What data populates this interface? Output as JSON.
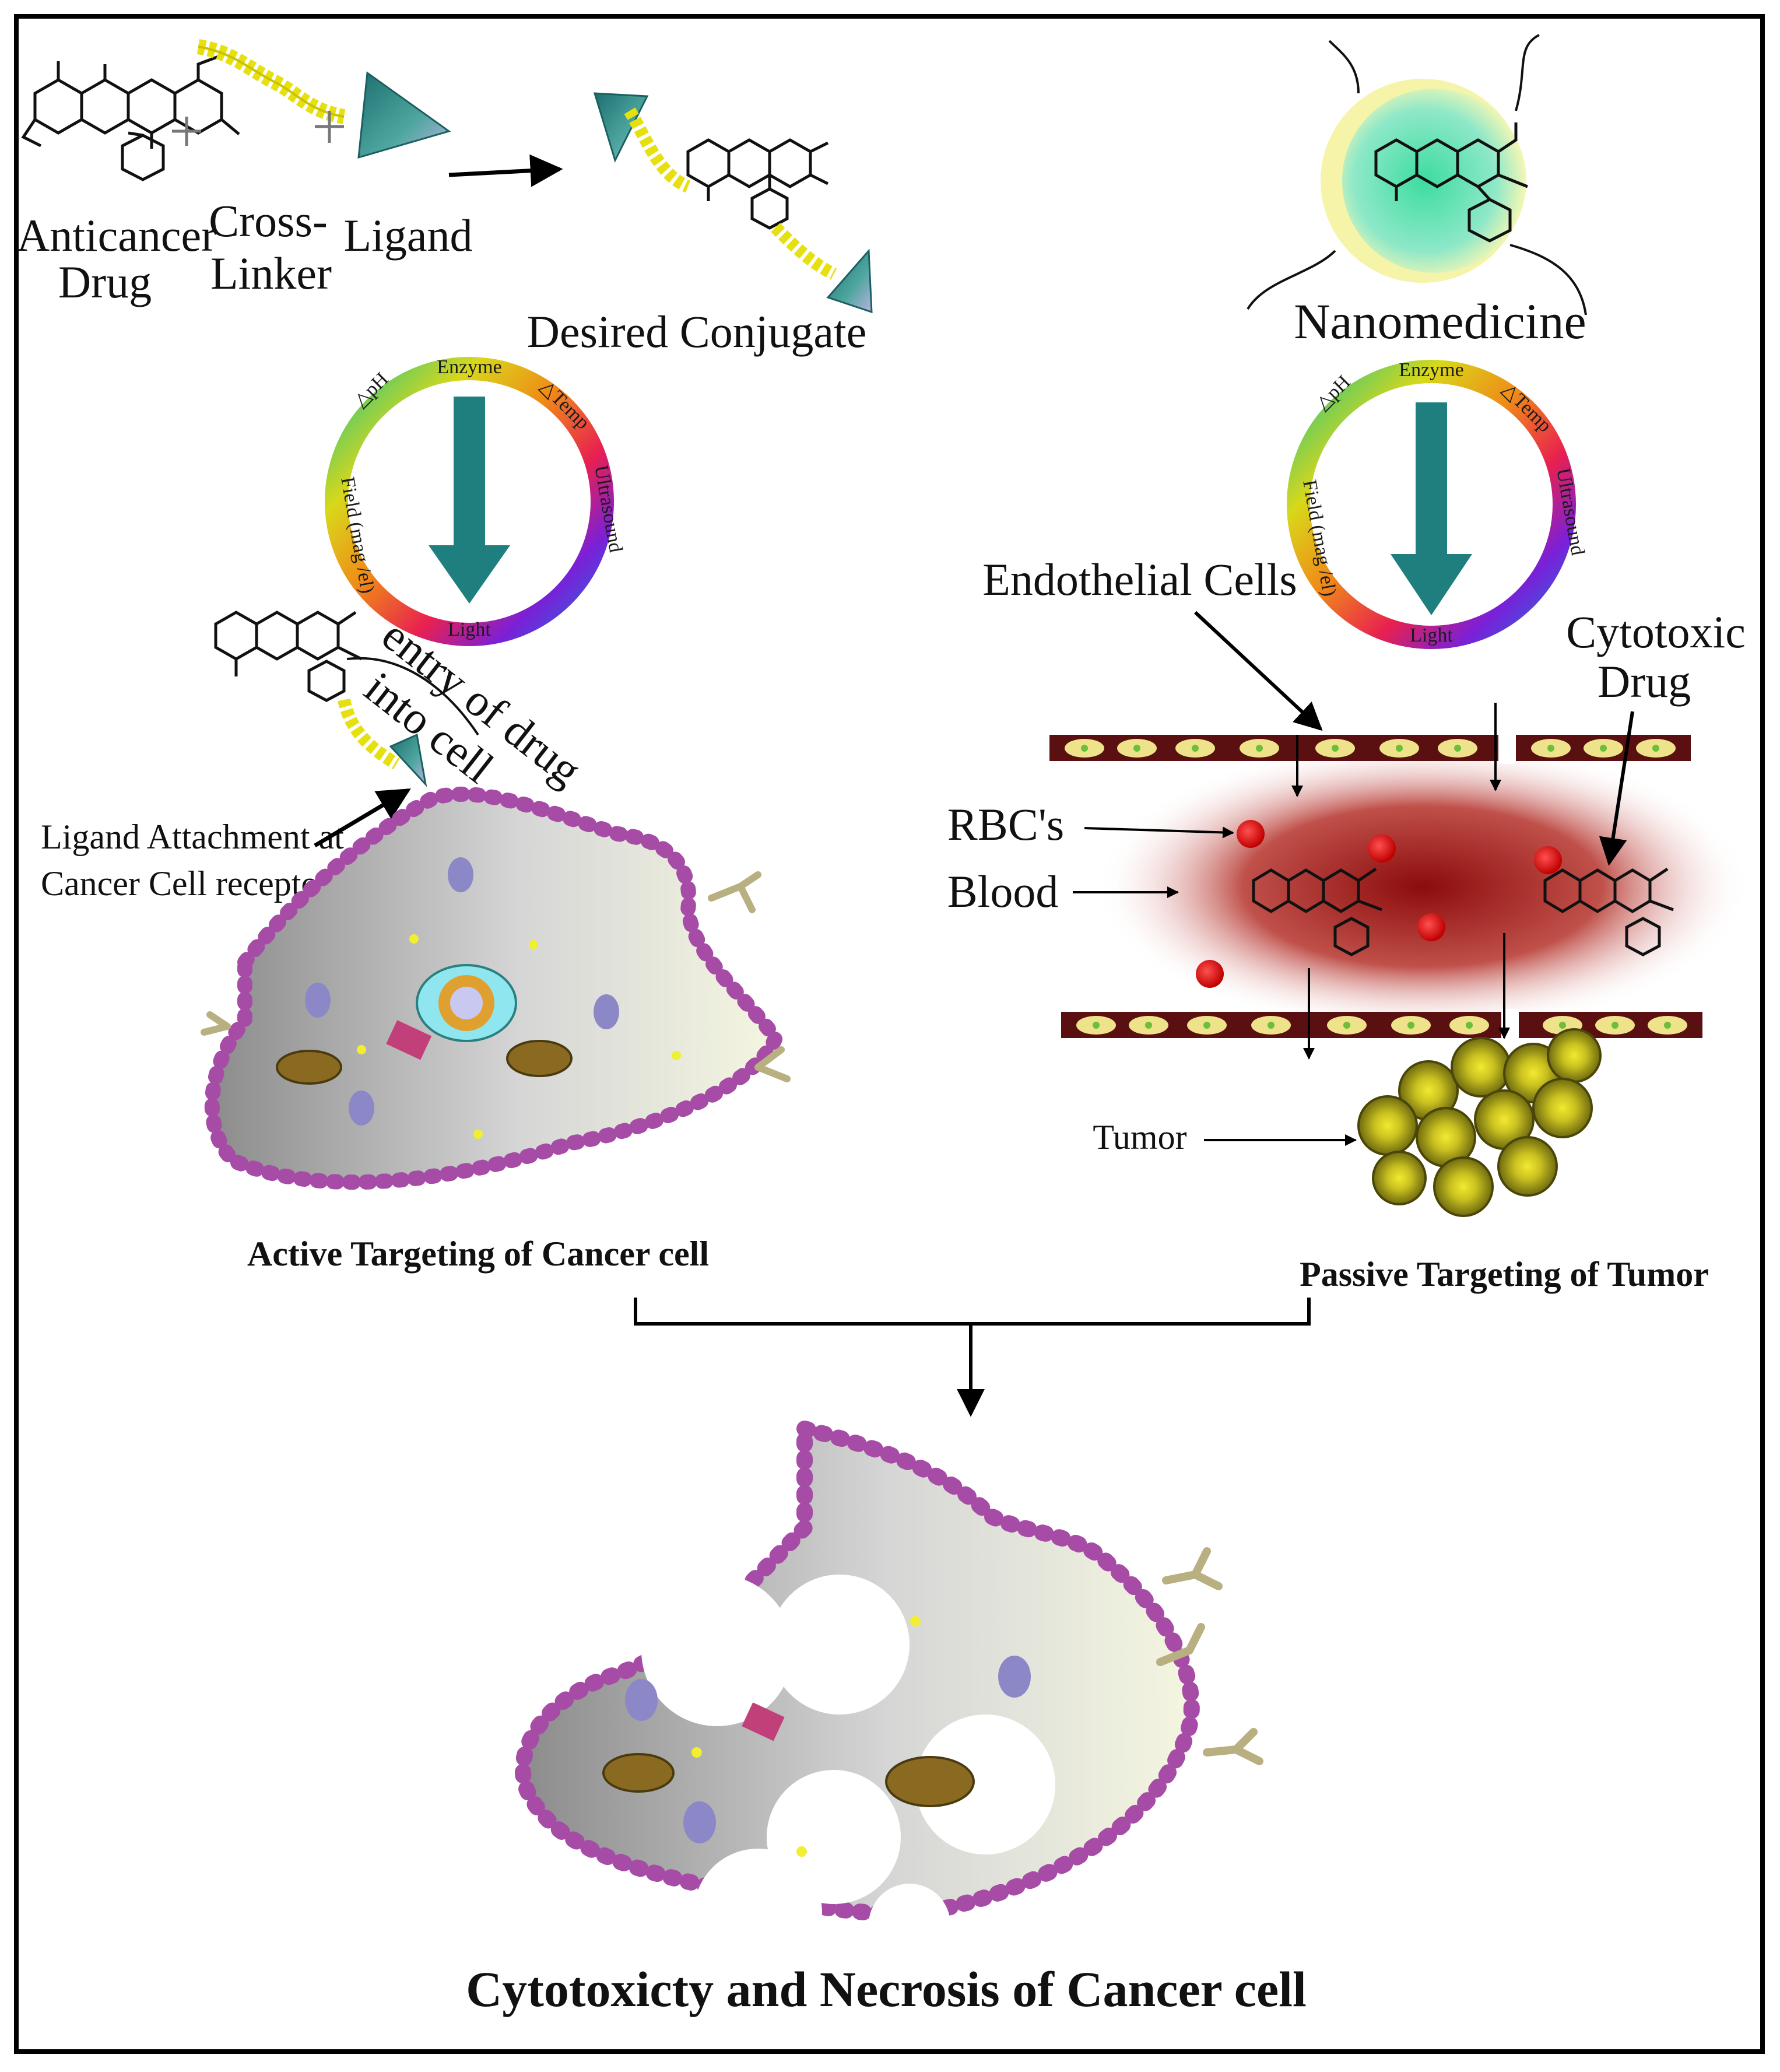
{
  "synthesis": {
    "drug": [
      "Anticancer",
      "Drug"
    ],
    "crosslinker": [
      "Cross-",
      "Linker"
    ],
    "ligand": "Ligand",
    "conjugate": "Desired Conjugate"
  },
  "nano": {
    "title": "Nanomedicine"
  },
  "stimuli": {
    "top": "Enzyme",
    "ph": "△pH",
    "temp": "△Temp",
    "ultrasound": "Ultrasound",
    "light": "Light",
    "field": "Field (mag /el)"
  },
  "active": {
    "entry": [
      "entry of drug",
      "into cell"
    ],
    "attach": [
      "Ligand Attachment at",
      "Cancer Cell receptor"
    ],
    "caption": "Active Targeting of Cancer cell"
  },
  "passive": {
    "endothelial": "Endothelial Cells",
    "cytotoxic": [
      "Cytotoxic",
      "Drug"
    ],
    "rbc": "RBC's",
    "blood": "Blood",
    "tumor": "Tumor",
    "caption": "Passive Targeting of Tumor"
  },
  "result": {
    "caption": "Cytotoxicty and Necrosis of Cancer cell"
  },
  "colors": {
    "teal": "#1f7f7f",
    "membrane": "#a64ca6",
    "vessel": "#5a1010",
    "blood": "#a01818",
    "tumor": "#8f8a10"
  }
}
